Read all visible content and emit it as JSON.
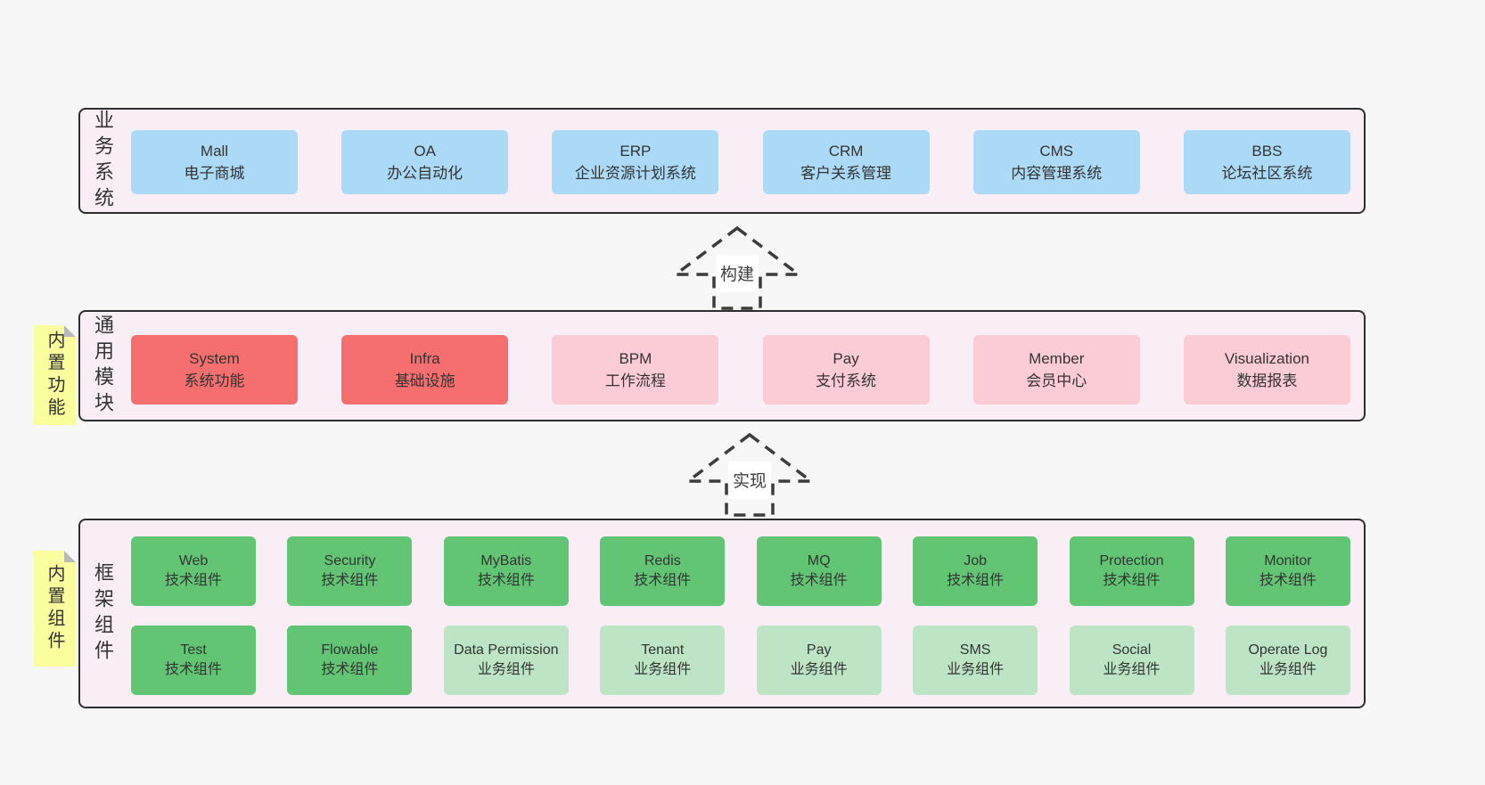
{
  "colors": {
    "page_bg": "#f7f7f7",
    "layer_bg": "#f9eef6",
    "layer_border": "#2e2e2e",
    "box_blue": "#abdaf7",
    "box_red": "#f66f6f",
    "box_pink": "#fbccd6",
    "box_green": "#62c573",
    "box_green_light": "#bde5c5",
    "sticky_yellow": "#fbfe9d",
    "sticky_fold": "#b9b9b9"
  },
  "layers": [
    {
      "label": "业务系统",
      "boxes": [
        {
          "name": "Mall",
          "desc": "电子商城"
        },
        {
          "name": "OA",
          "desc": "办公自动化"
        },
        {
          "name": "ERP",
          "desc": "企业资源计划系统"
        },
        {
          "name": "CRM",
          "desc": "客户关系管理"
        },
        {
          "name": "CMS",
          "desc": "内容管理系统"
        },
        {
          "name": "BBS",
          "desc": "论坛社区系统"
        }
      ]
    },
    {
      "label": "通用模块",
      "sticky": "内置功能",
      "boxes": [
        {
          "name": "System",
          "desc": "系统功能",
          "variant": "red"
        },
        {
          "name": "Infra",
          "desc": "基础设施",
          "variant": "red"
        },
        {
          "name": "BPM",
          "desc": "工作流程",
          "variant": "pink"
        },
        {
          "name": "Pay",
          "desc": "支付系统",
          "variant": "pink"
        },
        {
          "name": "Member",
          "desc": "会员中心",
          "variant": "pink"
        },
        {
          "name": "Visualization",
          "desc": "数据报表",
          "variant": "pink"
        }
      ]
    },
    {
      "label": "框架组件",
      "sticky": "内置组件",
      "rows": [
        [
          {
            "name": "Web",
            "desc": "技术组件",
            "variant": "green"
          },
          {
            "name": "Security",
            "desc": "技术组件",
            "variant": "green"
          },
          {
            "name": "MyBatis",
            "desc": "技术组件",
            "variant": "green"
          },
          {
            "name": "Redis",
            "desc": "技术组件",
            "variant": "green"
          },
          {
            "name": "MQ",
            "desc": "技术组件",
            "variant": "green"
          },
          {
            "name": "Job",
            "desc": "技术组件",
            "variant": "green"
          },
          {
            "name": "Protection",
            "desc": "技术组件",
            "variant": "green"
          },
          {
            "name": "Monitor",
            "desc": "技术组件",
            "variant": "green"
          }
        ],
        [
          {
            "name": "Test",
            "desc": "技术组件",
            "variant": "green"
          },
          {
            "name": "Flowable",
            "desc": "技术组件",
            "variant": "green"
          },
          {
            "name": "Data Permission",
            "desc": "业务组件",
            "variant": "green-light"
          },
          {
            "name": "Tenant",
            "desc": "业务组件",
            "variant": "green-light"
          },
          {
            "name": "Pay",
            "desc": "业务组件",
            "variant": "green-light"
          },
          {
            "name": "SMS",
            "desc": "业务组件",
            "variant": "green-light"
          },
          {
            "name": "Social",
            "desc": "业务组件",
            "variant": "green-light"
          },
          {
            "name": "Operate Log",
            "desc": "业务组件",
            "variant": "green-light"
          }
        ]
      ]
    }
  ],
  "arrows": [
    {
      "label": "构建"
    },
    {
      "label": "实现"
    }
  ]
}
